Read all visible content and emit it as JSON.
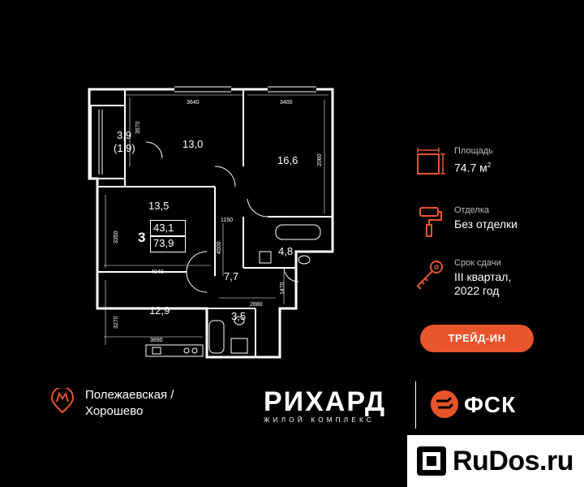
{
  "plan": {
    "rooms": [
      {
        "id": "balcony",
        "area": "3,9",
        "sub": "(1,9)"
      },
      {
        "id": "bedroom1",
        "area": "13,0"
      },
      {
        "id": "bedroom2",
        "area": "16,6"
      },
      {
        "id": "living",
        "area": "13,5"
      },
      {
        "id": "bath",
        "area": "4,8"
      },
      {
        "id": "hall",
        "area": "7,7"
      },
      {
        "id": "kitchen",
        "area": "12,9"
      },
      {
        "id": "wc",
        "area": "3,5"
      }
    ],
    "summary": {
      "rooms": "3",
      "living_area": "43,1",
      "total_area": "73,9"
    },
    "dims": {
      "d3640": "3640",
      "d3400": "3400",
      "d3570": "3570",
      "d2060": "2060",
      "d1150": "1150",
      "d3350": "3350",
      "d4040": "4040",
      "d4500": "4500",
      "d1470": "1470",
      "d2880": "2880",
      "d3270": "3270",
      "d3890": "3890"
    }
  },
  "info": {
    "area": {
      "label": "Площадь",
      "value": "74.7 м",
      "sup": "2"
    },
    "finish": {
      "label": "Отделка",
      "value": "Без отделки"
    },
    "deadline": {
      "label": "Срок сдачи",
      "value_line1": "III квартал,",
      "value_line2": "2022 год"
    }
  },
  "trade_in_label": "ТРЕЙД-ИН",
  "metro": {
    "line1": "Полежаевская /",
    "line2": "Хорошево"
  },
  "brand": {
    "name": "РИХАРД",
    "subtitle": "ЖИЛОЙ КОМПЛЕКС"
  },
  "developer": {
    "name": "ФСК"
  },
  "watermark": {
    "text": "RuDos.ru"
  },
  "colors": {
    "accent": "#e8542c",
    "background": "#000000",
    "text": "#ffffff"
  }
}
